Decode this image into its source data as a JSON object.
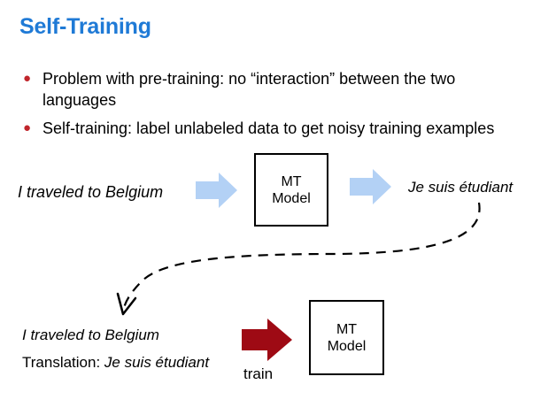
{
  "slide": {
    "title": "Self-Training",
    "bullets": [
      {
        "line1": "Problem with pre-training: no “interaction” between the two",
        "line2": "languages"
      },
      {
        "line1": "Self-training: label unlabeled data to get noisy training examples"
      }
    ]
  },
  "diagram": {
    "source_sentence": "I traveled to Belgium",
    "box_top": {
      "line1": "MT",
      "line2": "Model"
    },
    "output_sentence": "Je suis étudiant",
    "bottom": {
      "source_sentence": "I traveled to Belgium",
      "translation_label": "Translation:",
      "translation_value": "Je suis étudiant",
      "train_label": "train",
      "box": {
        "line1": "MT",
        "line2": "Model"
      }
    }
  },
  "colors": {
    "title": "#1f7ad6",
    "bullet": "#c0252b",
    "light_arrow": "#b3d1f5",
    "train_arrow": "#9e0a14"
  }
}
